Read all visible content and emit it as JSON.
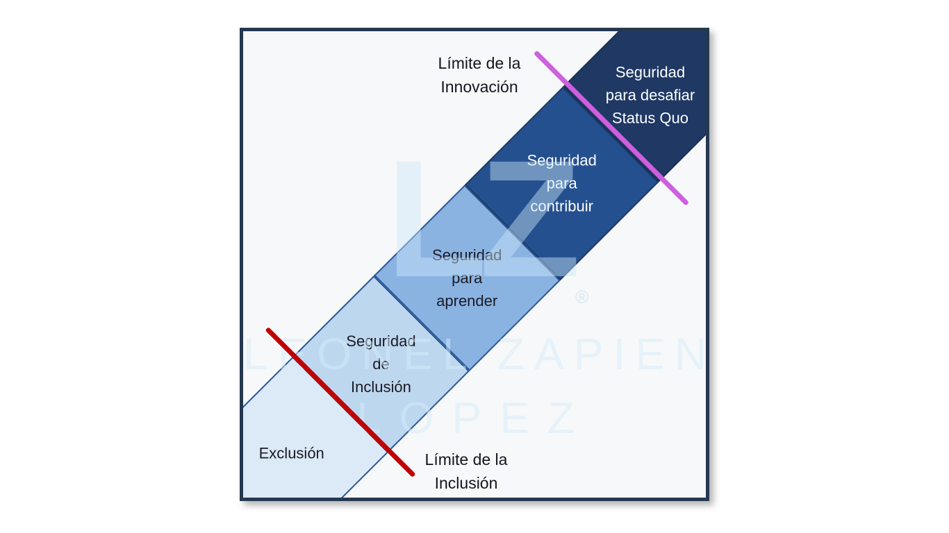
{
  "frame": {
    "background": "#f7f8f9",
    "border_color": "#24384f"
  },
  "ribbon": {
    "segments": [
      {
        "name": "exclusion",
        "lines": [
          "Exclusión"
        ],
        "fill": "#dce9f7",
        "text_color": "#1a1a24",
        "border_color": "#2b5797"
      },
      {
        "name": "inclusion-safety",
        "lines": [
          "Seguridad",
          "de",
          "Inclusión"
        ],
        "fill": "#bdd7ee",
        "text_color": "#1a1a24",
        "border_color": "#2b5797"
      },
      {
        "name": "learning-safety",
        "lines": [
          "Seguridad",
          "para",
          "aprender"
        ],
        "fill": "#8ab3e2",
        "text_color": "#1a1a24",
        "border_color": "#2b5797"
      },
      {
        "name": "contribution-safety",
        "lines": [
          "Seguridad",
          "para",
          "contribuir"
        ],
        "fill": "#24508f",
        "text_color": "#ffffff",
        "border_color": "#1d3a66"
      },
      {
        "name": "challenge-safety",
        "lines": [
          "Seguridad",
          "para desafiar",
          "Status Quo"
        ],
        "fill": "#1f3864",
        "text_color": "#ffffff",
        "border_color": "#1a2f55"
      }
    ]
  },
  "limits": {
    "inclusion": {
      "label_lines": [
        "Límite de la",
        "Inclusión"
      ],
      "line_color": "#c00000",
      "text_color": "#14141f"
    },
    "innovation": {
      "label_lines": [
        "Límite de la",
        "Innovación"
      ],
      "line_color": "#ce5fdf",
      "text_color": "#14141f"
    }
  },
  "watermark": {
    "monogram": "LZ",
    "registered": "®",
    "line1": "LEONEL ZAPIEN",
    "line2": "LOPEZ"
  }
}
